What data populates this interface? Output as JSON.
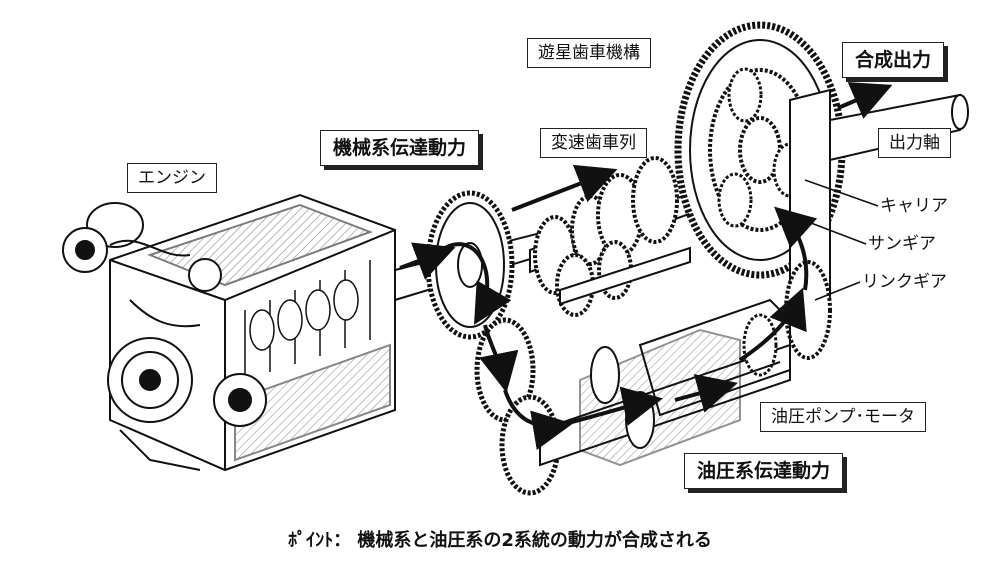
{
  "labels": {
    "engine": "エンジン",
    "mechanical_transmission": "機械系伝達動力",
    "transmission_gears": "変速歯車列",
    "planetary_gear": "遊星歯車機構",
    "combined_output": "合成出力",
    "output_shaft": "出力軸",
    "carrier": "キャリア",
    "sun_gear": "サンギア",
    "ring_gear": "リンクギア",
    "hydraulic_pump_motor": "油圧ポンプ･モータ",
    "hydraulic_transmission": "油圧系伝達動力"
  },
  "caption": "ﾎﾟｲﾝﾄ： 機械系と油圧系の2系統の動力が合成される"
}
